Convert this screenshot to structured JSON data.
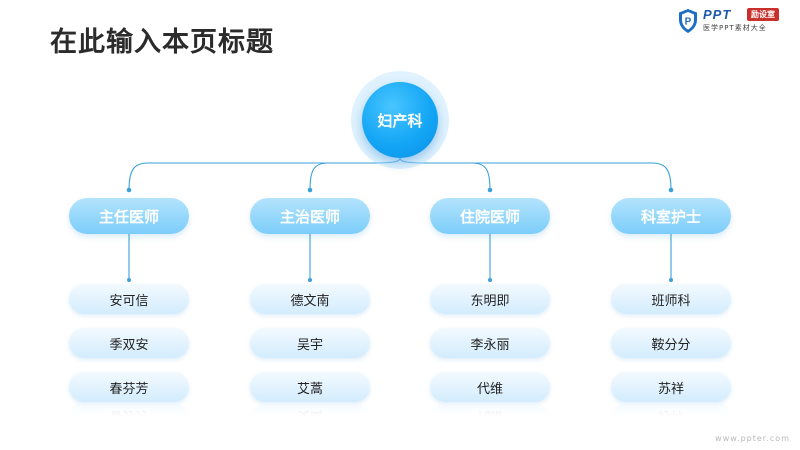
{
  "title": "在此输入本页标题",
  "logo": {
    "brand": "PPT",
    "badge": "励设室",
    "subtitle": "医学PPT素材大全"
  },
  "root": {
    "label": "妇产科"
  },
  "columns": [
    {
      "head": "主任医师",
      "items": [
        "安可信",
        "季双安",
        "春芬芳"
      ]
    },
    {
      "head": "主治医师",
      "items": [
        "德文南",
        "吴宇",
        "艾蒿"
      ]
    },
    {
      "head": "住院医师",
      "items": [
        "东明即",
        "李永丽",
        "代维"
      ]
    },
    {
      "head": "科室护士",
      "items": [
        "班师科",
        "鞍分分",
        "苏祥"
      ]
    }
  ],
  "footer": {
    "url": "www.ppter.com"
  },
  "colors": {
    "accent": "#14a6f5",
    "line": "#3aa2d8",
    "head": "#7ccdf9"
  }
}
